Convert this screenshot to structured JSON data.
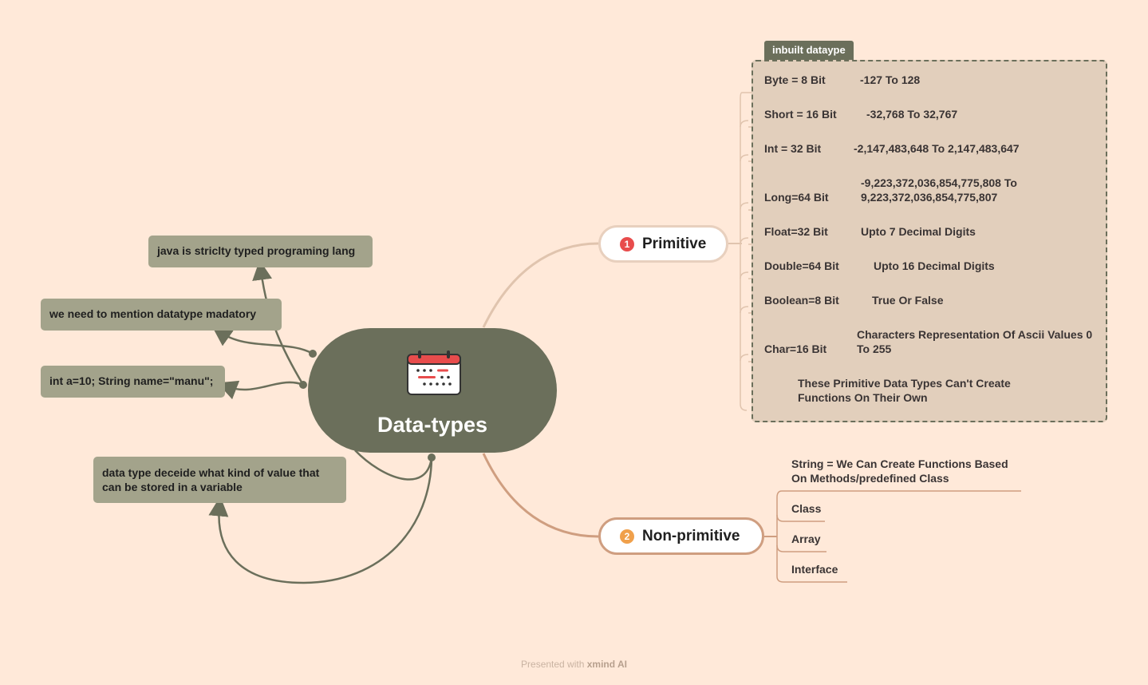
{
  "central_topic": {
    "title": "Data-types",
    "icon": "calendar-icon"
  },
  "notes": [
    "java is striclty typed programing lang",
    "we need to mention datatype madatory",
    "int a=10; String name=\"manu\";",
    "data type deceide what kind of value that can be stored in a variable"
  ],
  "primitive": {
    "badge": "1",
    "badge_color": "#e84c4c",
    "label": "Primitive",
    "boundary_title": "inbuilt dataype",
    "types": [
      {
        "name": "Byte = 8 Bit",
        "range": "-127 To 128"
      },
      {
        "name": "Short = 16 Bit",
        "range": "-32,768 To 32,767"
      },
      {
        "name": "Int = 32 Bit",
        "range": "-2,147,483,648 To 2,147,483,647"
      },
      {
        "name": "Long=64 Bit",
        "range": "-9,223,372,036,854,775,808 To 9,223,372,036,854,775,807"
      },
      {
        "name": "Float=32 Bit",
        "range": "Upto 7 Decimal Digits"
      },
      {
        "name": "Double=64 Bit",
        "range": "Upto 16 Decimal Digits"
      },
      {
        "name": "Boolean=8 Bit",
        "range": "True Or False"
      },
      {
        "name": "Char=16 Bit",
        "range": "Characters Representation Of Ascii Values 0 To 255"
      }
    ],
    "note": "These Primitive Data Types Can't Create Functions On Their Own"
  },
  "non_primitive": {
    "badge": "2",
    "badge_color": "#f0a04b",
    "label": "Non-primitive",
    "items": [
      "String = We Can Create Functions Based On Methods/predefined Class",
      "Class",
      "Array",
      "Interface"
    ]
  },
  "footer": {
    "prefix": "Presented with",
    "brand": "xmind AI"
  },
  "colors": {
    "background": "#ffe9d9",
    "central": "#6b6f5b",
    "note": "#a3a38b",
    "primitive_line": "#e0c4ae",
    "non_primitive_line": "#cf9e80"
  }
}
